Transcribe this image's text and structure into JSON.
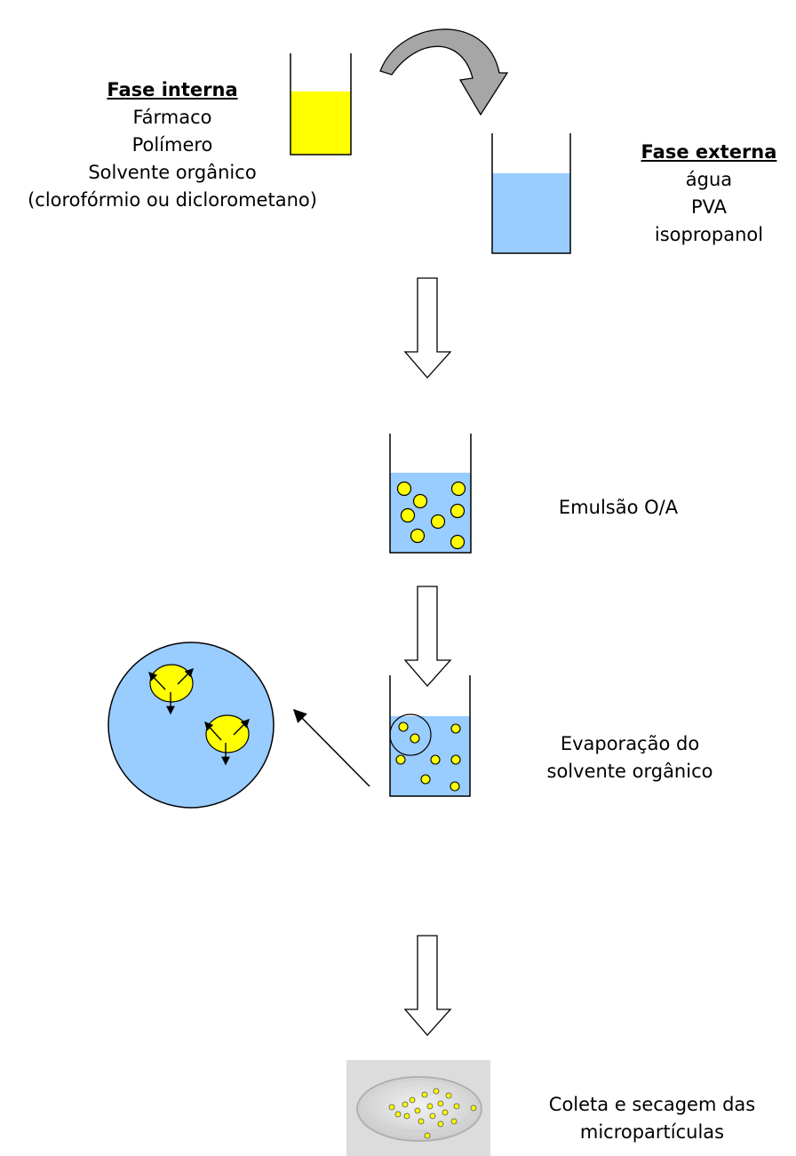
{
  "internal_phase": {
    "title": "Fase interna",
    "items": [
      "Fármaco",
      "Polímero",
      "Solvente orgânico",
      "(clorofórmio ou diclorometano)"
    ]
  },
  "external_phase": {
    "title": "Fase externa",
    "items": [
      "água",
      "PVA",
      "isopropanol"
    ]
  },
  "steps": {
    "emulsion": "Emulsão O/A",
    "evaporation_line1": "Evaporação do",
    "evaporation_line2": "solvente orgânico",
    "collection_line1": "Coleta e secagem das",
    "collection_line2": "micropartículas"
  },
  "colors": {
    "organic_phase": "#ffff00",
    "aqueous_phase": "#99ccff",
    "arrow_fill": "#a6a6a6",
    "dish_bg": "#dcdcdc"
  }
}
